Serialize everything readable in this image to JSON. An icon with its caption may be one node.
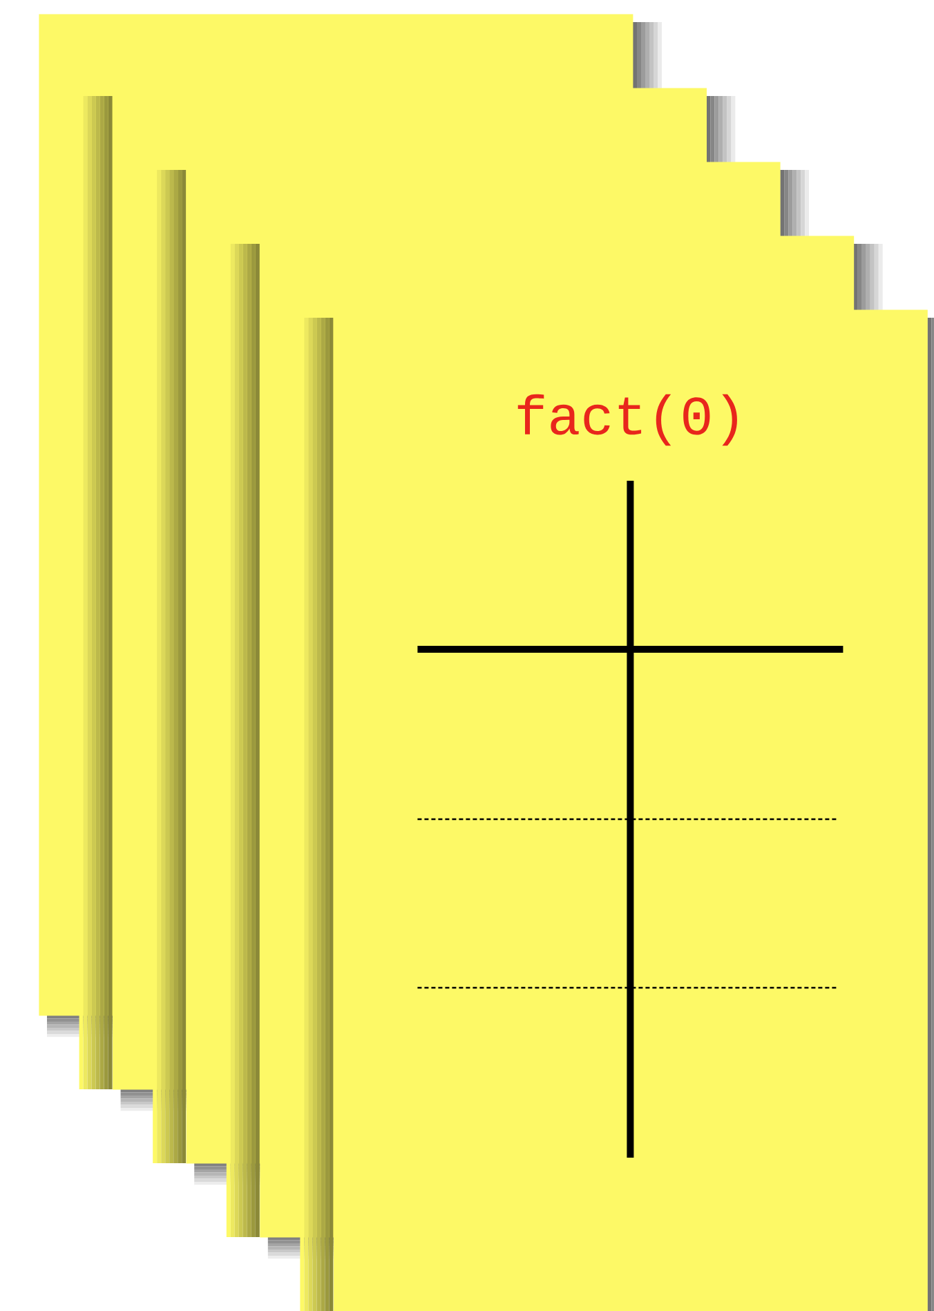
{
  "diagram": {
    "nodes": [
      {
        "text": [],
        "shape": "box"
      },
      {
        "text": [],
        "shape": "box"
      },
      {
        "text": [],
        "shape": "box"
      },
      {
        "text": [],
        "shape": "box"
      },
      {
        "text": [
          "fact(0)"
        ]
      }
    ]
  }
}
